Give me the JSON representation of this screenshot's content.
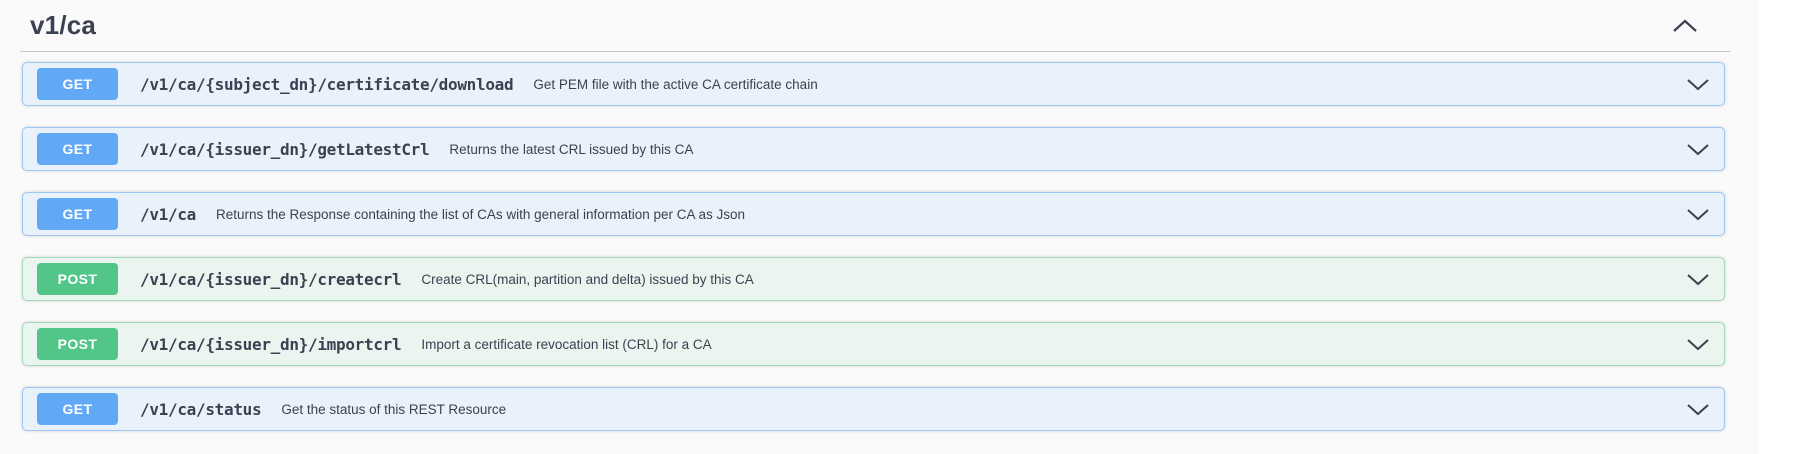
{
  "section": {
    "title": "v1/ca"
  },
  "colors": {
    "page_bg": "#fafafa",
    "outer_bg": "#ffffff",
    "text": "#3b4151",
    "get_badge": "#61a8f7",
    "get_row_bg": "#e9f1fb",
    "get_row_border": "#9cc7f7",
    "post_badge": "#52c688",
    "post_row_bg": "#eaf5ef",
    "post_row_border": "#a3d9bb"
  },
  "icons": {
    "header_collapse": "chevron-up",
    "row_expand": "chevron-down"
  },
  "operations": [
    {
      "method": "GET",
      "path": "/v1/ca/{subject_dn}/certificate/download",
      "description": "Get PEM file with the active CA certificate chain"
    },
    {
      "method": "GET",
      "path": "/v1/ca/{issuer_dn}/getLatestCrl",
      "description": "Returns the latest CRL issued by this CA"
    },
    {
      "method": "GET",
      "path": "/v1/ca",
      "description": "Returns the Response containing the list of CAs with general information per CA as Json"
    },
    {
      "method": "POST",
      "path": "/v1/ca/{issuer_dn}/createcrl",
      "description": "Create CRL(main, partition and delta) issued by this CA"
    },
    {
      "method": "POST",
      "path": "/v1/ca/{issuer_dn}/importcrl",
      "description": "Import a certificate revocation list (CRL) for a CA"
    },
    {
      "method": "GET",
      "path": "/v1/ca/status",
      "description": "Get the status of this REST Resource"
    }
  ]
}
